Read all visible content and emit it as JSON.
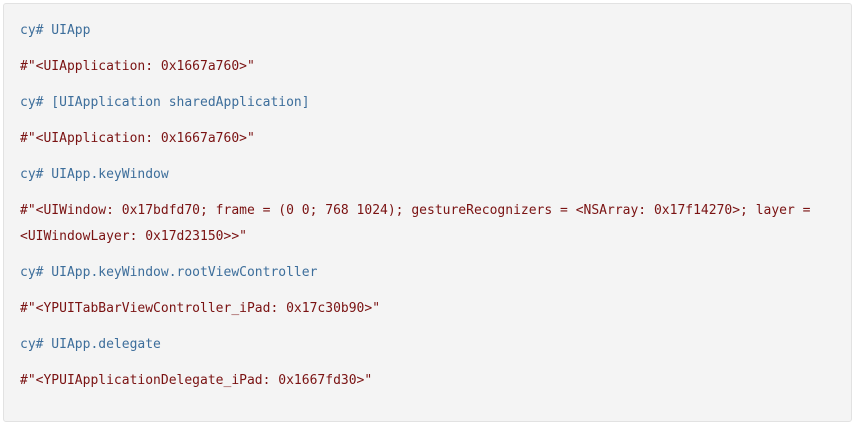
{
  "session": {
    "lines": [
      {
        "kind": "cmd",
        "text": "cy# UIApp"
      },
      {
        "kind": "out",
        "text": "#\"<UIApplication: 0x1667a760>\""
      },
      {
        "kind": "cmd",
        "text": "cy# [UIApplication sharedApplication]"
      },
      {
        "kind": "out",
        "text": "#\"<UIApplication: 0x1667a760>\""
      },
      {
        "kind": "cmd",
        "text": "cy# UIApp.keyWindow"
      },
      {
        "kind": "out",
        "text": "#\"<UIWindow: 0x17bdfd70; frame = (0 0; 768 1024); gestureRecognizers = <NSArray: 0x17f14270>; layer = <UIWindowLayer: 0x17d23150>>\""
      },
      {
        "kind": "cmd",
        "text": "cy# UIApp.keyWindow.rootViewController"
      },
      {
        "kind": "out",
        "text": "#\"<YPUITabBarViewController_iPad: 0x17c30b90>\""
      },
      {
        "kind": "cmd",
        "text": "cy# UIApp.delegate"
      },
      {
        "kind": "out",
        "text": "#\"<YPUIApplicationDelegate_iPad: 0x1667fd30>\""
      }
    ]
  },
  "colors": {
    "command": "#3d6e9b",
    "output": "#7a1212",
    "background": "#f4f4f4"
  }
}
